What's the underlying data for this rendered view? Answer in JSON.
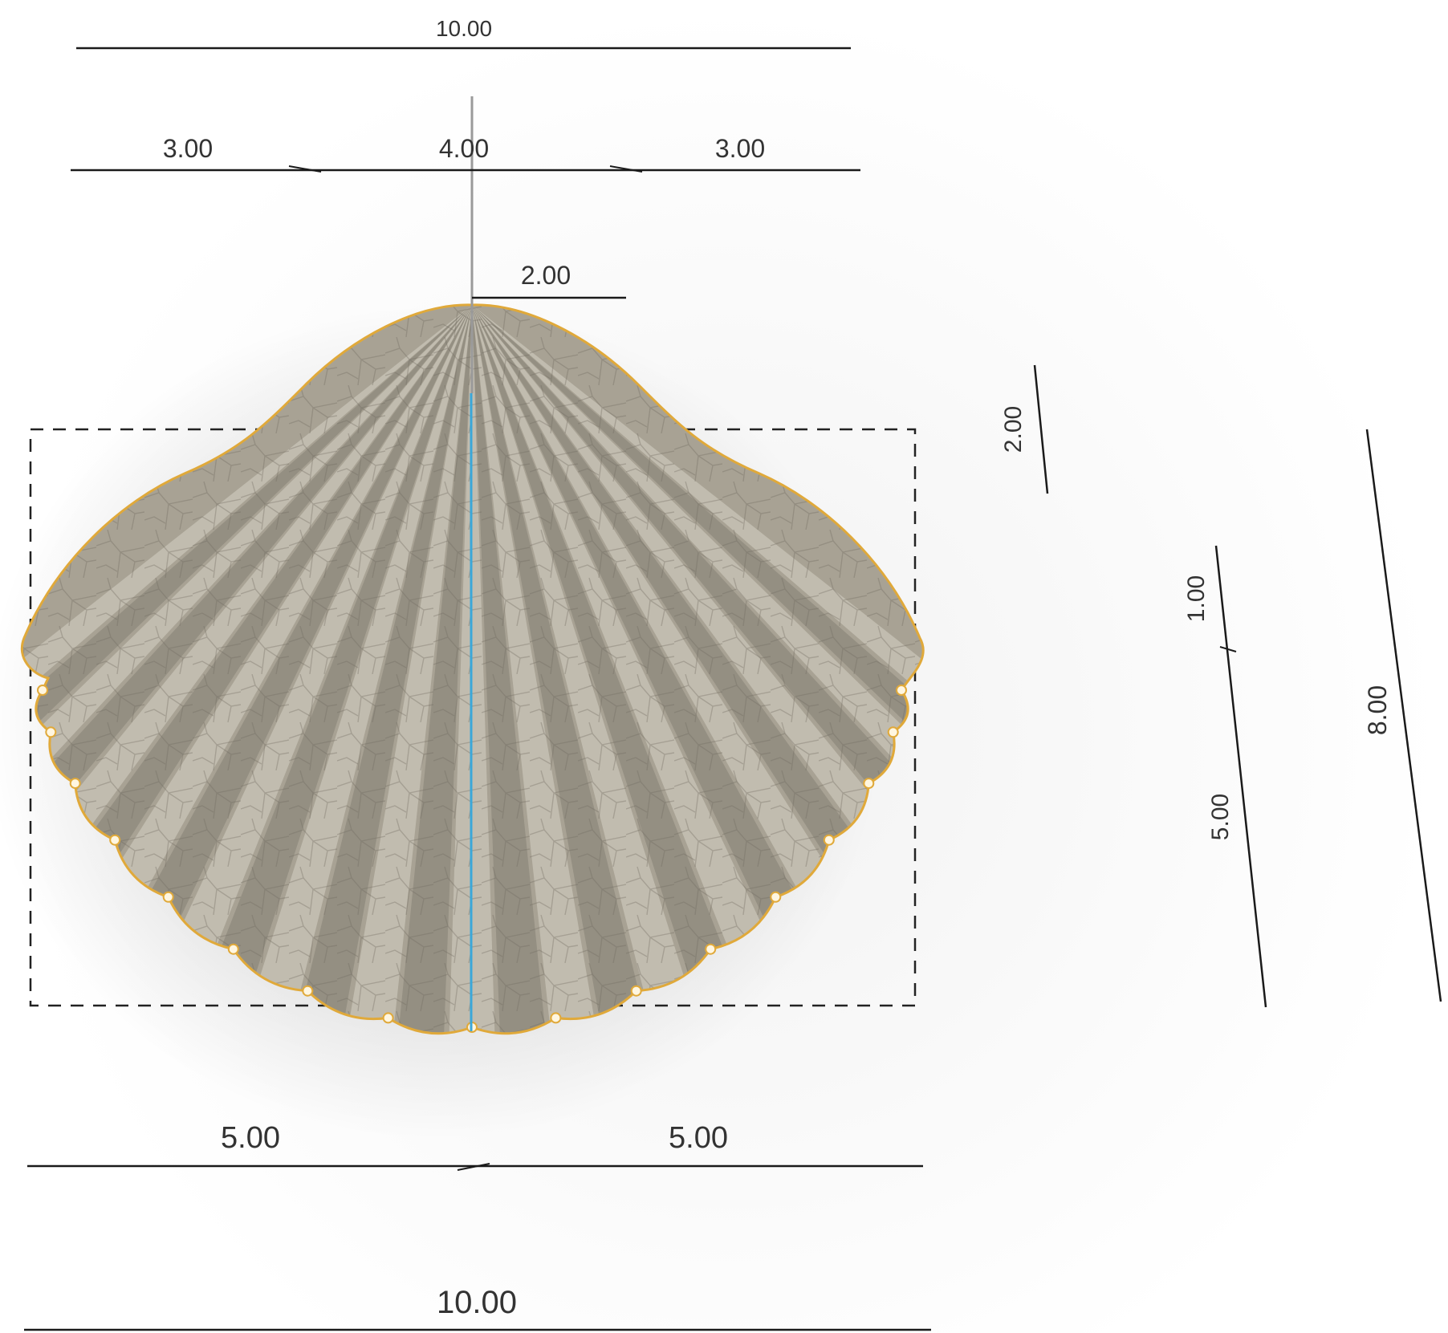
{
  "dimensions": {
    "top_total": "10.00",
    "top_left": "3.00",
    "top_middle": "4.00",
    "top_right": "3.00",
    "apex_offset": "2.00",
    "bottom_left": "5.00",
    "bottom_right": "5.00",
    "bottom_total": "10.00",
    "right_upper": "2.00",
    "right_middle_upper": "1.00",
    "right_middle_lower": "5.00",
    "right_far": "8.00"
  },
  "colors": {
    "shell_base": "#a8a294",
    "rib_light": "#d6d1c4",
    "rib_dark": "#7d786c",
    "rim_gold": "#e0a93a",
    "axis_blue": "#3aa7d9",
    "dim_line": "#1a1a1a"
  }
}
